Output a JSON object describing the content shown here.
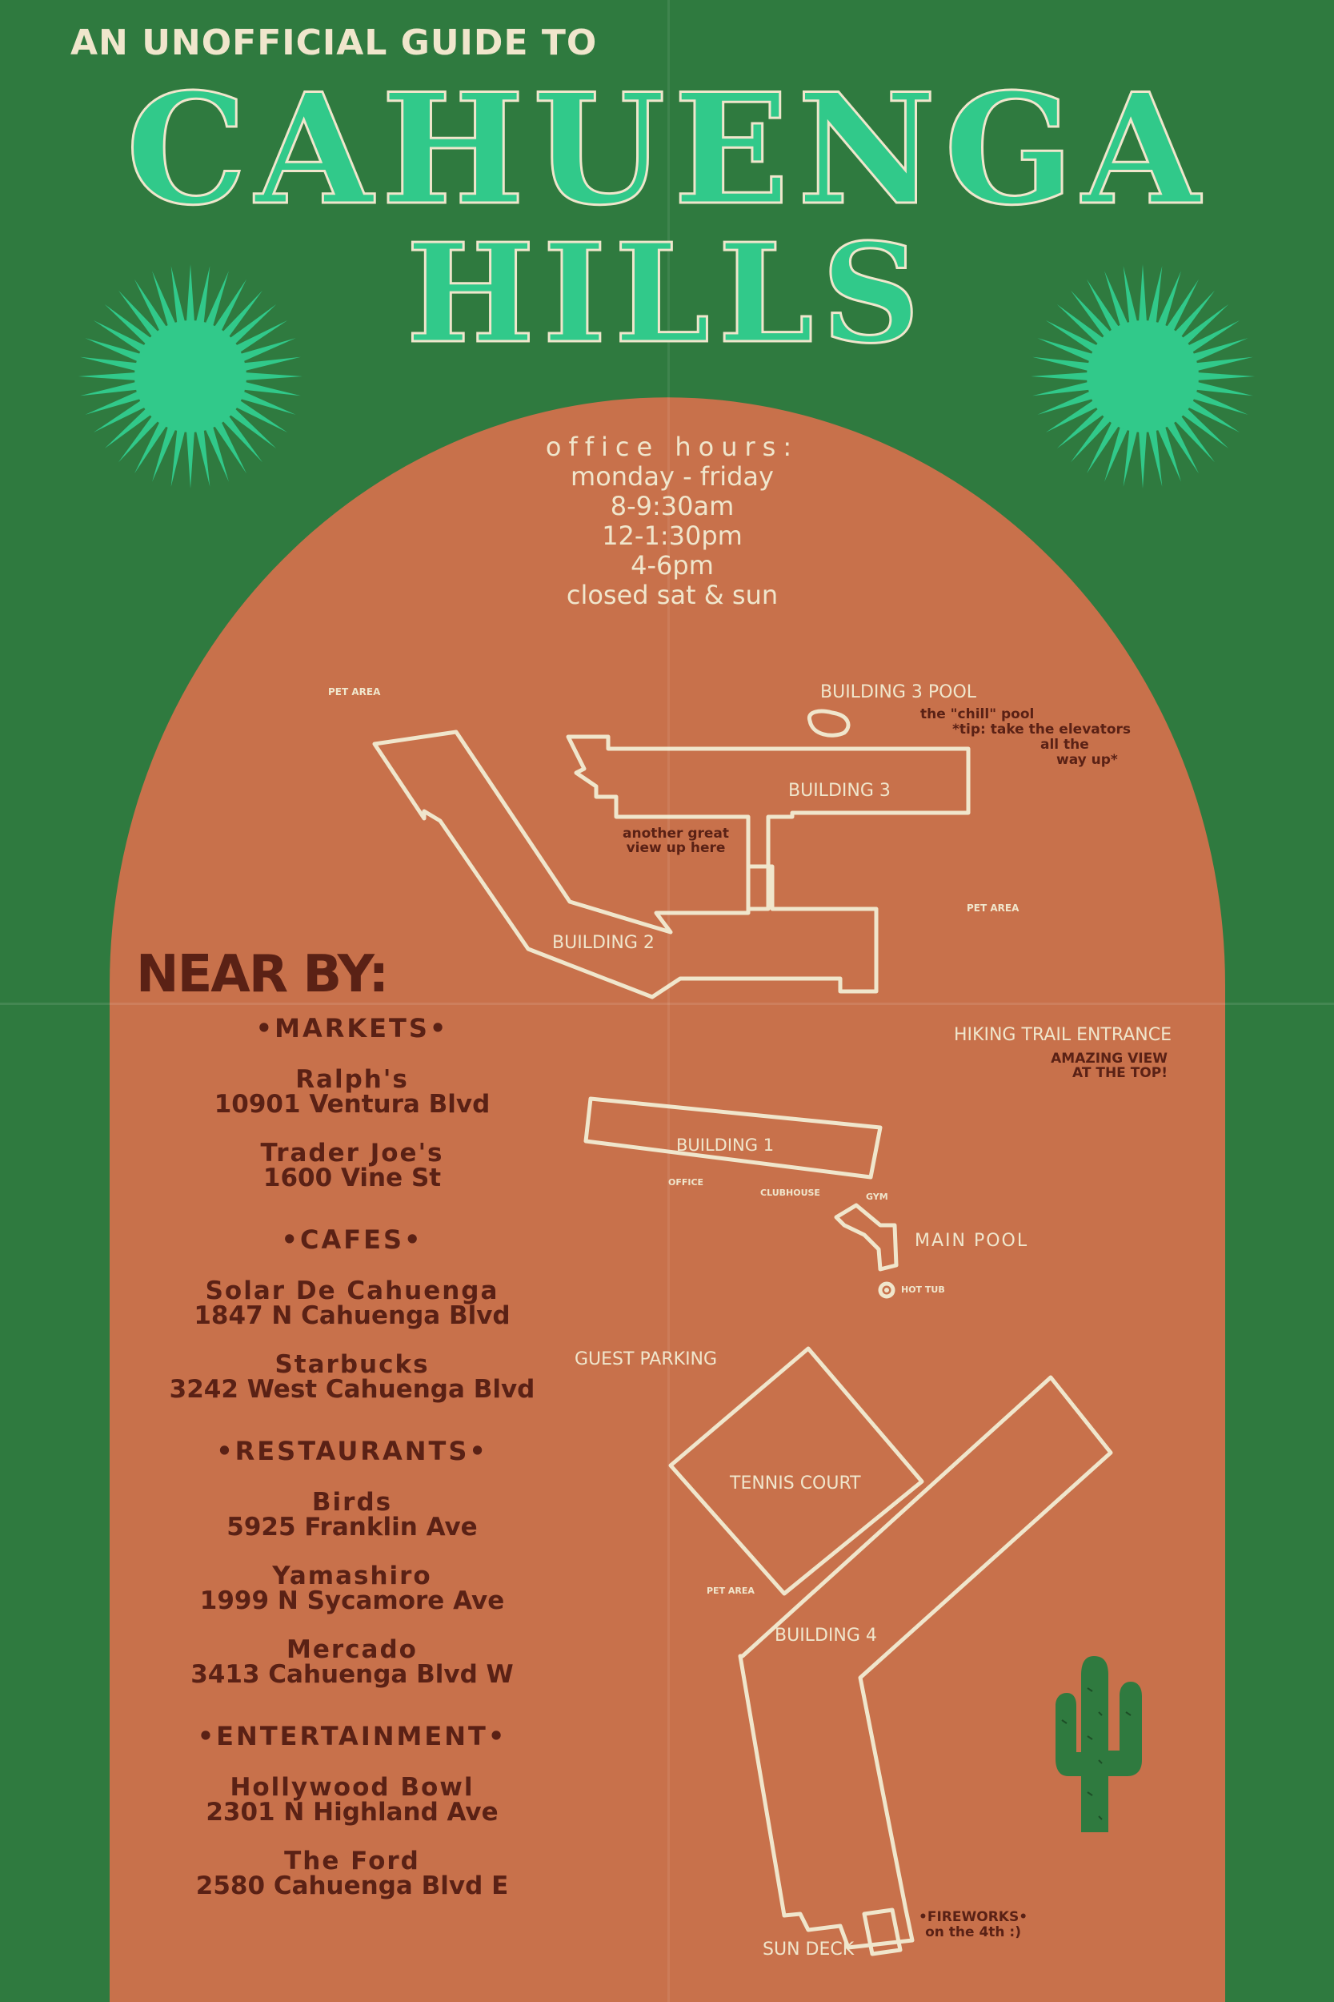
{
  "header": {
    "kicker": "AN UNOFFICIAL GUIDE TO",
    "title_line1": "CAHUENGA",
    "title_line2": "HILLS"
  },
  "office_hours": {
    "heading": "office hours:",
    "days": "monday - friday",
    "slots": [
      "8-9:30am",
      "12-1:30pm",
      "4-6pm"
    ],
    "closed": "closed sat & sun"
  },
  "map": {
    "labels": {
      "pet_area_1": "PET AREA",
      "pet_area_2": "PET AREA",
      "pet_area_3": "PET AREA",
      "building3_pool": "BUILDING 3 POOL",
      "building3": "BUILDING 3",
      "building2": "BUILDING 2",
      "building1": "BUILDING 1",
      "office": "OFFICE",
      "clubhouse": "CLUBHOUSE",
      "gym": "GYM",
      "main_pool": "MAIN POOL",
      "hot_tub": "HOT TUB",
      "hiking_trail": "HIKING TRAIL ENTRANCE",
      "guest_parking": "GUEST PARKING",
      "tennis_court": "TENNIS COURT",
      "building4": "BUILDING 4",
      "sun_deck": "SUN DECK"
    },
    "notes": {
      "chill_pool": [
        "the \"chill\" pool",
        "*tip: take the elevators",
        "all the",
        "way up*"
      ],
      "great_view": [
        "another great",
        "view up here"
      ],
      "amazing_view": [
        "AMAZING VIEW",
        "AT THE TOP!"
      ],
      "fireworks": [
        "•FIREWORKS•",
        "on the 4th :)"
      ]
    }
  },
  "nearby": {
    "title": "NEAR BY:",
    "categories": [
      {
        "name": "•MARKETS•",
        "places": [
          {
            "name": "Ralph's",
            "address": "10901 Ventura Blvd"
          },
          {
            "name": "Trader Joe's",
            "address": "1600 Vine St"
          }
        ]
      },
      {
        "name": "•CAFES•",
        "places": [
          {
            "name": "Solar De Cahuenga",
            "address": "1847 N Cahuenga Blvd"
          },
          {
            "name": "Starbucks",
            "address": "3242 West Cahuenga Blvd"
          }
        ]
      },
      {
        "name": "•RESTAURANTS•",
        "places": [
          {
            "name": "Birds",
            "address": "5925 Franklin Ave"
          },
          {
            "name": "Yamashiro",
            "address": "1999 N Sycamore Ave"
          },
          {
            "name": "Mercado",
            "address": "3413 Cahuenga Blvd W"
          }
        ]
      },
      {
        "name": "•ENTERTAINMENT•",
        "places": [
          {
            "name": "Hollywood Bowl",
            "address": "2301 N Highland Ave"
          },
          {
            "name": "The Ford",
            "address": "2580 Cahuenga Blvd E"
          }
        ]
      }
    ]
  },
  "colors": {
    "background_green": "#2f7a3f",
    "accent_green": "#31c98a",
    "terracotta": "#c8714b",
    "cream": "#f0e6cc",
    "brown_text": "#5a2115"
  },
  "icons": [
    "sunburst-icon",
    "sunburst-icon",
    "cactus-icon"
  ]
}
